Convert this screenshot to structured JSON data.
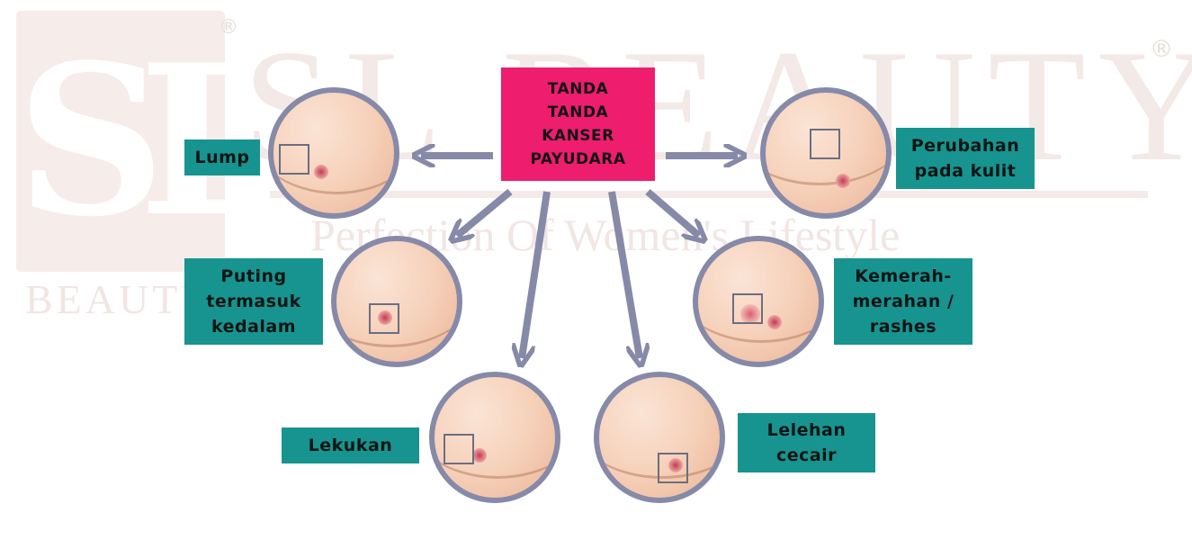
{
  "title": "TANDA\nTANDA\nKANSER\nPAYUDARA",
  "watermark": {
    "monogram": "SL",
    "brand": "SL BEAUTY",
    "registered": "®",
    "tagline": "Perfection Of Women's Lifestyle",
    "sub": "BEAUTY"
  },
  "signs": [
    {
      "id": "lump",
      "label": "Lump"
    },
    {
      "id": "nipple-inversion",
      "label": "Puting\ntermasuk\nkedalam"
    },
    {
      "id": "dimpling",
      "label": "Lekukan"
    },
    {
      "id": "discharge",
      "label": "Lelehan\ncecair"
    },
    {
      "id": "redness",
      "label": "Kemerah-\nmerahan /\nrashes"
    },
    {
      "id": "skin-change",
      "label": "Perubahan\npada kulit"
    }
  ],
  "colors": {
    "title_bg": "#ee1d6e",
    "label_bg": "#17948f",
    "arrow": "#868aa8",
    "circle_border": "#868aa8"
  }
}
